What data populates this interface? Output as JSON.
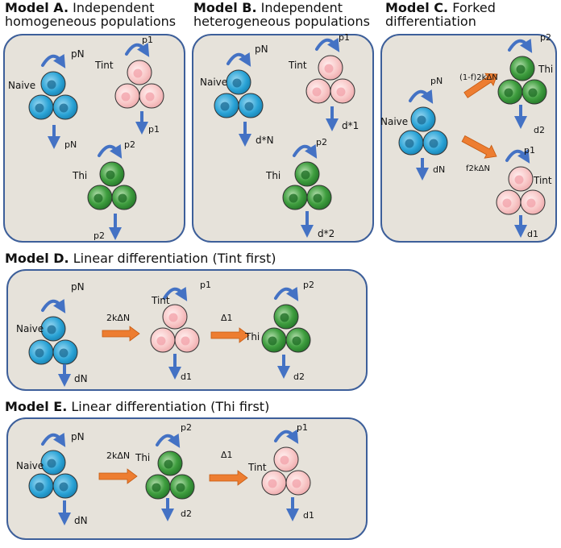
{
  "modelA": {
    "head": "Model A.",
    "line1": "Independent",
    "line2": "homogeneous populations"
  },
  "modelB": {
    "head": "Model B.",
    "line1": "Independent",
    "line2": "heterogeneous populations"
  },
  "modelC": {
    "head": "Model C.",
    "line1": "Forked",
    "line2": "differentiation"
  },
  "modelD": {
    "head": "Model D.",
    "text": "Linear differentiation (Tint first)"
  },
  "modelE": {
    "head": "Model E.",
    "text": "Linear differentiation (Thi first)"
  },
  "cells": {
    "naive": "Naive",
    "tint": "Tint",
    "thi": "Thi"
  },
  "rates": {
    "pN": "pN",
    "p1": "p1",
    "p2": "p2",
    "dN": "dN",
    "d1": "d1",
    "d2": "d2",
    "dstarN": "d*N",
    "dstar1": "d*1",
    "dstar2": "d*2",
    "fork_upper": "(1-f)2kΔN",
    "fork_lower": "f2kΔN",
    "lin_1": "2kΔN",
    "lin_2": "Δ1"
  },
  "colors": {
    "naive": "#2aa3d6",
    "tint": "#f6b9bb",
    "thi": "#2f8f33",
    "arrow": "#4472c4",
    "transition": "#ed7d31",
    "border": "#3d5f9a",
    "panel": "#e6e2da"
  }
}
